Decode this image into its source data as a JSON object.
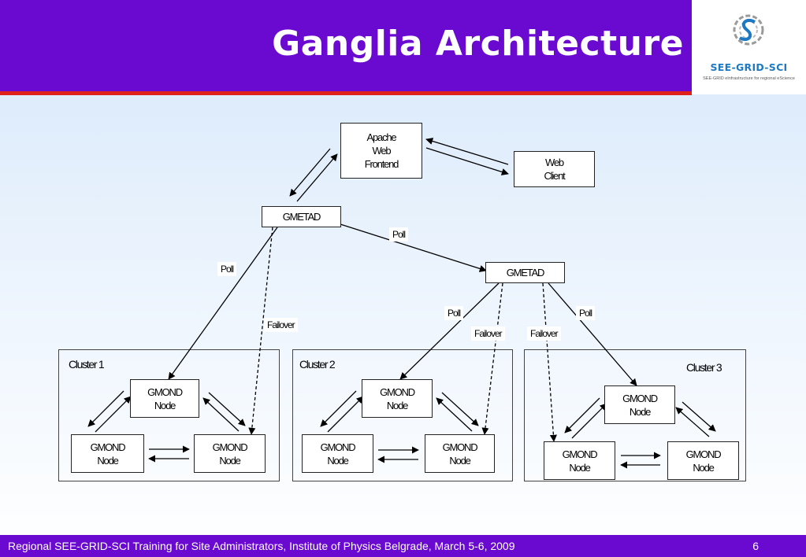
{
  "slide": {
    "title": "Ganglia Architecture",
    "page_number": "6",
    "footer": "Regional SEE-GRID-SCI Training for Site Administrators, Institute of Physics Belgrade, March 5-6, 2009"
  },
  "logo": {
    "name": "SEE-GRID-SCI",
    "tagline": "SEE-GRID eInfrastructure for regional eScience",
    "colors": {
      "blue": "#1d7ac2",
      "grey": "#8a8a8a"
    }
  },
  "colors": {
    "header": "#6a0ad0",
    "accent_line": "#e0201a"
  },
  "diagram": {
    "nodes": {
      "apache": "Apache\nWeb\nFrontend",
      "web_client": "Web\nClient",
      "gmetad_top": "GMETAD",
      "gmetad_mid": "GMETAD",
      "c1_top": "GMOND\nNode",
      "c1_left": "GMOND\nNode",
      "c1_right": "GMOND\nNode",
      "c2_top": "GMOND\nNode",
      "c2_left": "GMOND\nNode",
      "c2_right": "GMOND\nNode",
      "c3_top": "GMOND\nNode",
      "c3_left": "GMOND\nNode",
      "c3_right": "GMOND\nNode"
    },
    "clusters": [
      "Cluster 1",
      "Cluster 2",
      "Cluster 3"
    ],
    "edge_labels": {
      "poll_1": "Poll",
      "poll_2": "Poll",
      "poll_3": "Poll",
      "poll_4": "Poll",
      "failover_1": "Failover",
      "failover_2": "Failover",
      "failover_3": "Failover"
    }
  }
}
